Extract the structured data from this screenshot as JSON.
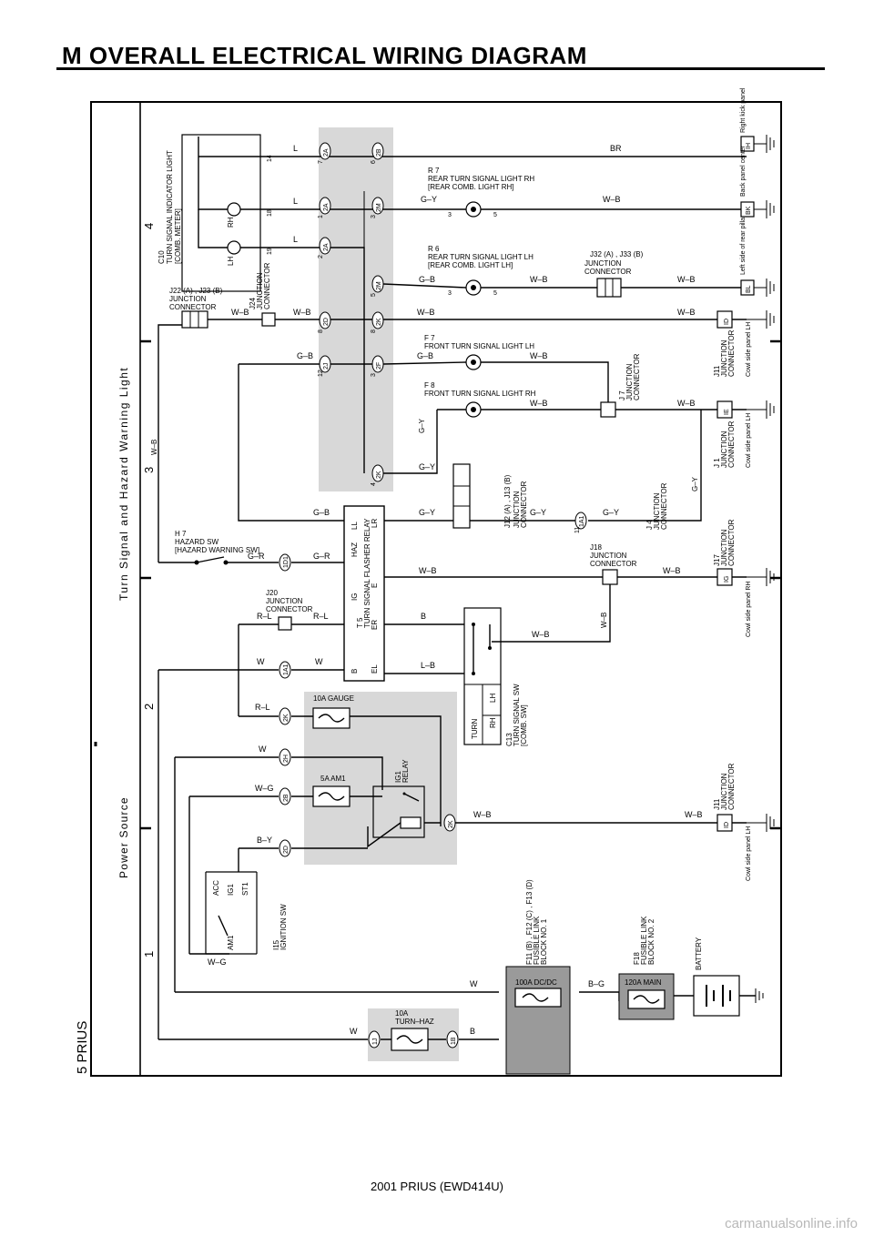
{
  "page": {
    "title": "M  OVERALL ELECTRICAL WIRING DIAGRAM",
    "side_page_label": "5  PRIUS",
    "footer": "2001 PRIUS (EWD414U)",
    "watermark": "carmanualsonline.info"
  },
  "sections": {
    "power_source": "Power Source",
    "turn_signal": "Turn Signal and Hazard Warning Light",
    "col_numbers": [
      "1",
      "2",
      "3",
      "4"
    ]
  },
  "components": {
    "c10": {
      "code": "C10",
      "line1": "TURN SIGNAL INDICATOR LIGHT",
      "line2": "[COMB. METER]",
      "lh": "LH",
      "rh": "RH"
    },
    "r7": {
      "code": "R 7",
      "line1": "REAR TURN SIGNAL LIGHT RH",
      "line2": "[REAR COMB.  LIGHT RH]"
    },
    "r6": {
      "code": "R 6",
      "line1": "REAR TURN SIGNAL LIGHT LH",
      "line2": "[REAR COMB.  LIGHT LH]"
    },
    "f7": {
      "code": "F 7",
      "line1": "FRONT TURN SIGNAL LIGHT LH"
    },
    "f8": {
      "code": "F 8",
      "line1": "FRONT TURN SIGNAL LIGHT RH"
    },
    "h7": {
      "code": "H 7",
      "line1": "HAZARD SW",
      "line2": "[HAZARD WARNING SW]"
    },
    "t5": {
      "code": "T 5",
      "line1": "TURN SIGNAL FLASHER RELAY",
      "ig": "IG",
      "haz": "HAZ",
      "lr": "LR",
      "e": "E",
      "er": "ER",
      "el": "EL",
      "b": "B",
      "ll": "LL"
    },
    "c13": {
      "code": "C13",
      "line1": "TURN SIGNAL SW",
      "line2": "[COMB.  SW]",
      "turn": "TURN",
      "lh": "LH",
      "rh": "RH"
    },
    "i15": {
      "code": "I15",
      "line1": "IGNITION SW",
      "acc": "ACC",
      "ig1": "IG1",
      "st1": "ST1",
      "am1": "AM1"
    },
    "ig1_relay": {
      "line1": "IG1",
      "line2": "RELAY"
    },
    "fuse_gauge": "10A GAUGE",
    "fuse_am1": "5A AM1",
    "fuse_turn": {
      "line1": "10A",
      "line2": "TURN–HAZ"
    },
    "fusible1": {
      "codes": "F11 (B) , F12 (C) , F13 (D)",
      "line1": "FUSIBLE LINK",
      "line2": "BLOCK NO. 1",
      "fuse": "100A DC/DC"
    },
    "fusible2": {
      "code": "F18",
      "line1": "FUSIBLE LINK",
      "line2": "BLOCK NO. 2",
      "fuse": "120A MAIN"
    },
    "battery": "BATTERY"
  },
  "connectors": {
    "j22_j23": {
      "codes": "J22 (A) , J23 (B)",
      "line1": "JUNCTION",
      "line2": "CONNECTOR"
    },
    "j24": {
      "code": "J24",
      "line1": "JUNCTION",
      "line2": "CONNECTOR"
    },
    "j32_j33": {
      "codes": "J32 (A) , J33 (B)",
      "line1": "JUNCTION",
      "line2": "CONNECTOR"
    },
    "j7": {
      "code": "J 7",
      "line1": "JUNCTION",
      "line2": "CONNECTOR"
    },
    "j12_j13": {
      "codes": "J12 (A) , J13 (B)",
      "line1": "JUNCTION",
      "line2": "CONNECTOR"
    },
    "j4": {
      "code": "J 4",
      "line1": "JUNCTION",
      "line2": "CONNECTOR"
    },
    "j18": {
      "code": "J18",
      "line1": "JUNCTION",
      "line2": "CONNECTOR"
    },
    "j20": {
      "code": "J20",
      "line1": "JUNCTION",
      "line2": "CONNECTOR"
    },
    "j11_top": {
      "code": "J11",
      "line1": "JUNCTION",
      "line2": "CONNECTOR"
    },
    "j1": {
      "code": "J 1",
      "line1": "JUNCTION",
      "line2": "CONNECTOR"
    },
    "j17": {
      "code": "J17",
      "line1": "JUNCTION",
      "line2": "CONNECTOR"
    },
    "j11_bot": {
      "code": "J11",
      "line1": "JUNCTION",
      "line2": "CONNECTOR"
    }
  },
  "grounds": {
    "ih": {
      "code": "IH",
      "label": "Right kick panel"
    },
    "bk": {
      "code": "BK",
      "label": "Back panel center"
    },
    "bl": {
      "code": "BL",
      "label": "Left side of rear pillar"
    },
    "id_top": {
      "code": "ID",
      "label": "Cowl side panel LH"
    },
    "ie": {
      "code": "IE",
      "label": "Cowl side panel LH"
    },
    "ig": {
      "code": "IG",
      "label": "Cowl side panel RH"
    },
    "id_bot": {
      "code": "ID",
      "label": "Cowl side panel LH"
    }
  },
  "wires": {
    "l": "L",
    "br": "BR",
    "gy": "G–Y",
    "wb": "W–B",
    "gb": "G–B",
    "gr": "G–R",
    "rl": "R–L",
    "w": "W",
    "b": "B",
    "lb": "L–B",
    "wg": "W–G",
    "by": "B–Y",
    "bg": "B–G"
  },
  "pins": {
    "p2a7": "2A",
    "p2b6": "2B",
    "p2a1": "2A",
    "p2m3": "2M",
    "p2a2": "2A",
    "p2m5": "2M",
    "p2d8": "2D",
    "p2k8": "2K",
    "p2j12": "2J",
    "p2f3": "2F",
    "p2k4": "2K",
    "p1d1": "1D1",
    "p1a1": "1A1",
    "p1a1b": "1A1",
    "p2k10": "2K",
    "p2h1": "2H",
    "p2b3": "2B",
    "p2d6": "2D",
    "p2k8b": "2K",
    "p1j6": "1J",
    "p1b2": "1B"
  },
  "colors": {
    "shade": "#d8d8d8",
    "dark_fuse": "#9a9a9a",
    "line": "#000000"
  }
}
